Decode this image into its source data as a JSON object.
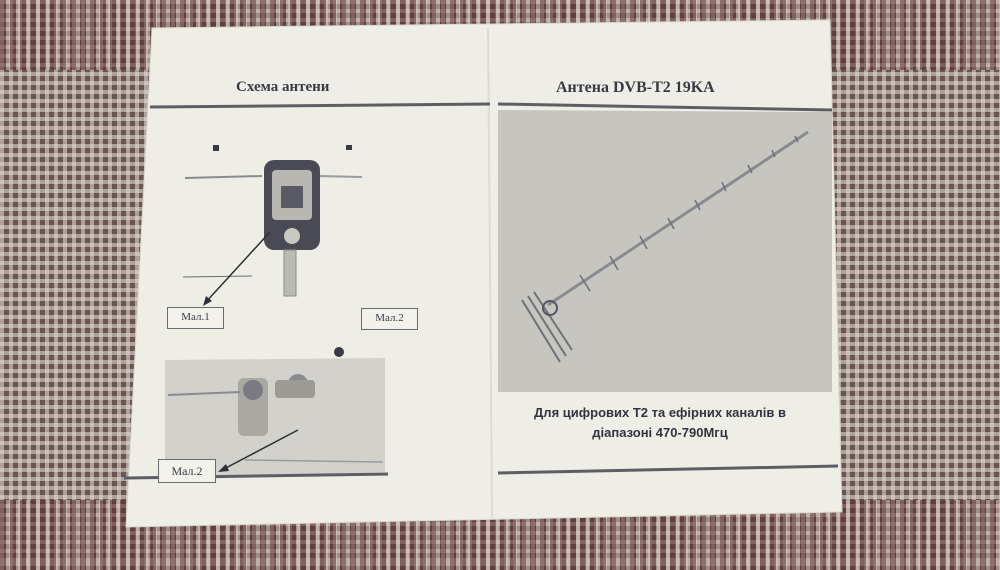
{
  "left_panel": {
    "title": "Схема антени",
    "labels": [
      "Мал.1",
      "Мал.2",
      "Мал.2"
    ]
  },
  "right_panel": {
    "title": "Антена DVB-T2 19KA",
    "caption_line1": "Для цифрових Т2 та ефірних каналів в",
    "caption_line2": "діапазоні 470-790Мгц"
  },
  "colors": {
    "paper": "#efeee6",
    "ink": "#3a3a44",
    "photo_gray": "#c9c8c2"
  }
}
